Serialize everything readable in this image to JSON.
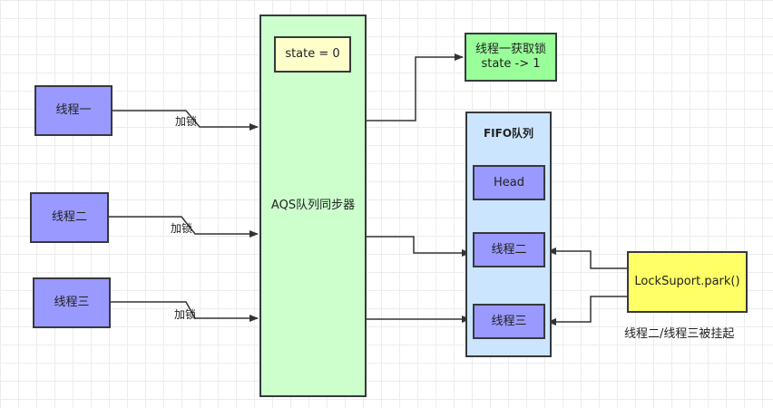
{
  "threads": [
    {
      "name": "线程一",
      "edge_label": "加锁"
    },
    {
      "name": "线程二",
      "edge_label": "加锁"
    },
    {
      "name": "线程三",
      "edge_label": "加锁"
    }
  ],
  "aqs": {
    "label": "AQS队列同步器",
    "state_label": "state = 0"
  },
  "acquired": {
    "line1": "线程一获取锁",
    "line2": "state -> 1"
  },
  "fifo": {
    "title": "FIFO队列",
    "nodes": [
      "Head",
      "线程二",
      "线程三"
    ]
  },
  "park": {
    "label": "LockSuport.park()",
    "caption": "线程二/线程三被挂起"
  },
  "colors": {
    "thread_fill": "#9999ff",
    "aqs_fill": "#ccffcc",
    "state_fill": "#ffffcc",
    "acquired_fill": "#99ff99",
    "fifo_fill": "#cce5ff",
    "park_fill": "#ffff66",
    "edge": "#333333"
  }
}
